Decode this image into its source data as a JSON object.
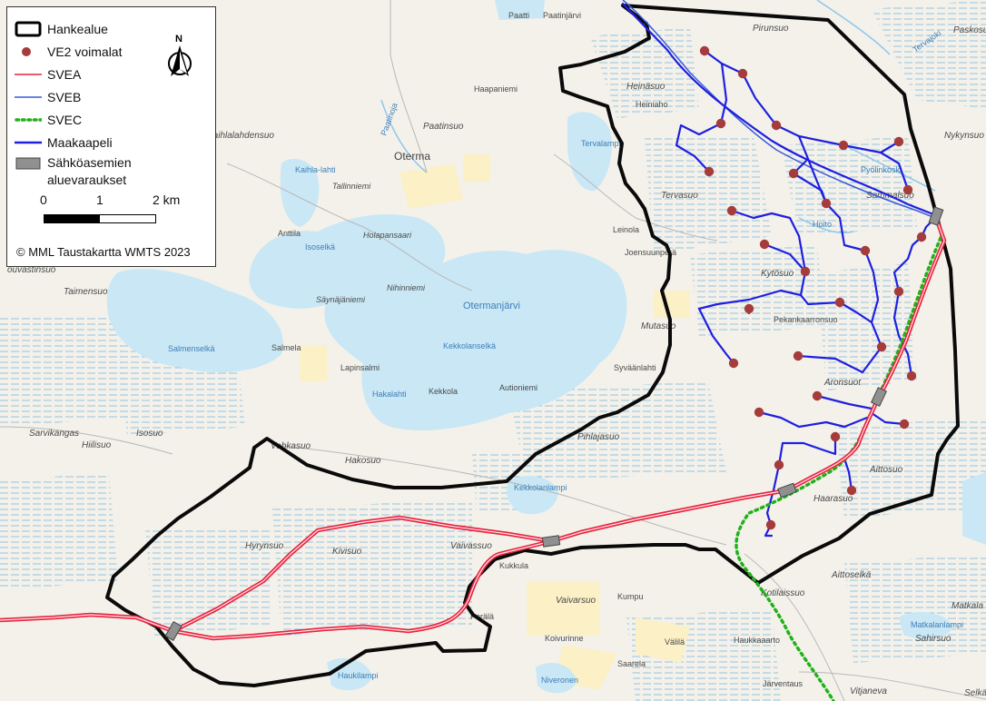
{
  "legend": {
    "items": [
      {
        "key": "hankealue",
        "label": "Hankealue"
      },
      {
        "key": "voimalat",
        "label": "VE2 voimalat"
      },
      {
        "key": "svea",
        "label": "SVEA"
      },
      {
        "key": "sveb",
        "label": "SVEB"
      },
      {
        "key": "svec",
        "label": "SVEC"
      },
      {
        "key": "maakaapeli",
        "label": "Maakaapeli"
      },
      {
        "key": "sahko",
        "label": "Sähköasemien"
      }
    ],
    "sahko_line2": "aluevaraukset",
    "north_label": "N",
    "scale": {
      "ticks": [
        "0",
        "1",
        "2 km"
      ]
    },
    "copyright": "© MML Taustakartta WMTS 2023"
  },
  "colors": {
    "boundary": "#0a0a0a",
    "turbine": "#a63b3b",
    "svea": "#e8233f",
    "sveb": "#3a5bd9",
    "svec": "#22b11a",
    "maakaapeli": "#1f1fe0",
    "substation": "#909090",
    "water": "#c9e7f5",
    "land": "#f3f1ea"
  },
  "places": {
    "paatti": "Paatti",
    "paatinjarvi": "Paatinjärvi",
    "pirunsuo": "Pirunsuo",
    "paskosuo": "Paskosuo",
    "tervajoki": "Tervajoki",
    "haapaniemi": "Haapaniemi",
    "heinasuo": "Heinäsuo",
    "heiniaho": "Heiniaho",
    "paatinsuo": "Paatinsuo",
    "paatinoja": "Paatinoja",
    "kaihlalahdensuo": "Kaihlalahdensuo",
    "tervalampi": "Tervalampi",
    "nykynsuo": "Nykynsuo",
    "oterma": "Oterma",
    "kaihlalahti": "Kaihla-lahti",
    "tallinniemi": "Tallinniemi",
    "tervasuo": "Tervasuo",
    "sammalsuo": "Sammalsuo",
    "pyoloja": "Pyölinkoski",
    "anttila": "Anttila",
    "isoselka": "Isoselkä",
    "holapansaari": "Holapansaari",
    "leinola": "Leinola",
    "joensuunpera": "Joensuunperä",
    "hoito": "Hoito",
    "kytosuo": "Kytösuo",
    "ouvastinsuo": "ouvastinsuo",
    "nihinniemi": "Nihinniemi",
    "saynajaniemi": "Säynäjäniemi",
    "otermanjarvi": "Otermanjärvi",
    "taimensuo": "Taimensuo",
    "mutasuo": "Mutasuo",
    "pekankaarronsuo": "Pekankaarronsuo",
    "salmenselka": "Salmenselkä",
    "salmela": "Salmela",
    "kekkolanselka": "Kekkolanselkä",
    "syvaanlahti": "Syväänlahti",
    "lapinsalmi": "Lapinsalmi",
    "aronsuot": "Aronsuot",
    "hakalahti": "Hakalahti",
    "kekkola": "Kekkola",
    "autioniemi": "Autioniemi",
    "sarvikangas": "Sarvikangas",
    "hiilisuo": "Hiilisuo",
    "isosuo": "Isosuo",
    "pihlajasuo": "Pihlajasuo",
    "vehkasuo": "Vehkasuo",
    "hakosuo": "Hakosuo",
    "aittosuo": "Aittosuo",
    "kekkolanlampi": "Kekkolanlampi",
    "haarasuo": "Haarasuo",
    "hyrynsuo": "Hyrynsuo",
    "kivisuo": "Kivisuo",
    "vaivassuo": "Vaivassuo",
    "kukkula": "Kukkula",
    "aittoselka": "Aittoselkä",
    "matkala": "Matkala",
    "vaivarsuo": "Vaivarsuo",
    "kumpu": "Kumpu",
    "kotilaissuo": "Kotilaissuo",
    "perala": "Perälä",
    "matkalanlampi": "Matkalanlampi",
    "koivurinne": "Koivurinne",
    "valila": "Välilä",
    "haukkaaarto": "Haukkaaarto",
    "sahirsuo": "Sahirsuo",
    "saarela": "Saarela",
    "haukilampi": "Haukilampi",
    "niveronen": "Niveronen",
    "jarventaus": "Järventaus",
    "vitjaneva": "Vitjaneva",
    "selka": "Selkä"
  },
  "turbines": [
    [
      776,
      56
    ],
    [
      818,
      81
    ],
    [
      794,
      136
    ],
    [
      855,
      138
    ],
    [
      929,
      160
    ],
    [
      990,
      156
    ],
    [
      781,
      189
    ],
    [
      874,
      191
    ],
    [
      1000,
      209
    ],
    [
      910,
      224
    ],
    [
      806,
      232
    ],
    [
      1015,
      261
    ],
    [
      842,
      269
    ],
    [
      953,
      276
    ],
    [
      887,
      299
    ],
    [
      990,
      321
    ],
    [
      925,
      333
    ],
    [
      825,
      340
    ],
    [
      971,
      382
    ],
    [
      879,
      392
    ],
    [
      808,
      400
    ],
    [
      1004,
      414
    ],
    [
      900,
      436
    ],
    [
      836,
      454
    ],
    [
      996,
      467
    ],
    [
      920,
      481
    ],
    [
      858,
      512
    ],
    [
      938,
      540
    ],
    [
      849,
      578
    ]
  ],
  "substations": [
    [
      1031,
      238,
      -70
    ],
    [
      968,
      437,
      -65
    ],
    [
      867,
      540,
      -20
    ],
    [
      607,
      596,
      -8
    ],
    [
      191,
      695,
      -60
    ]
  ]
}
